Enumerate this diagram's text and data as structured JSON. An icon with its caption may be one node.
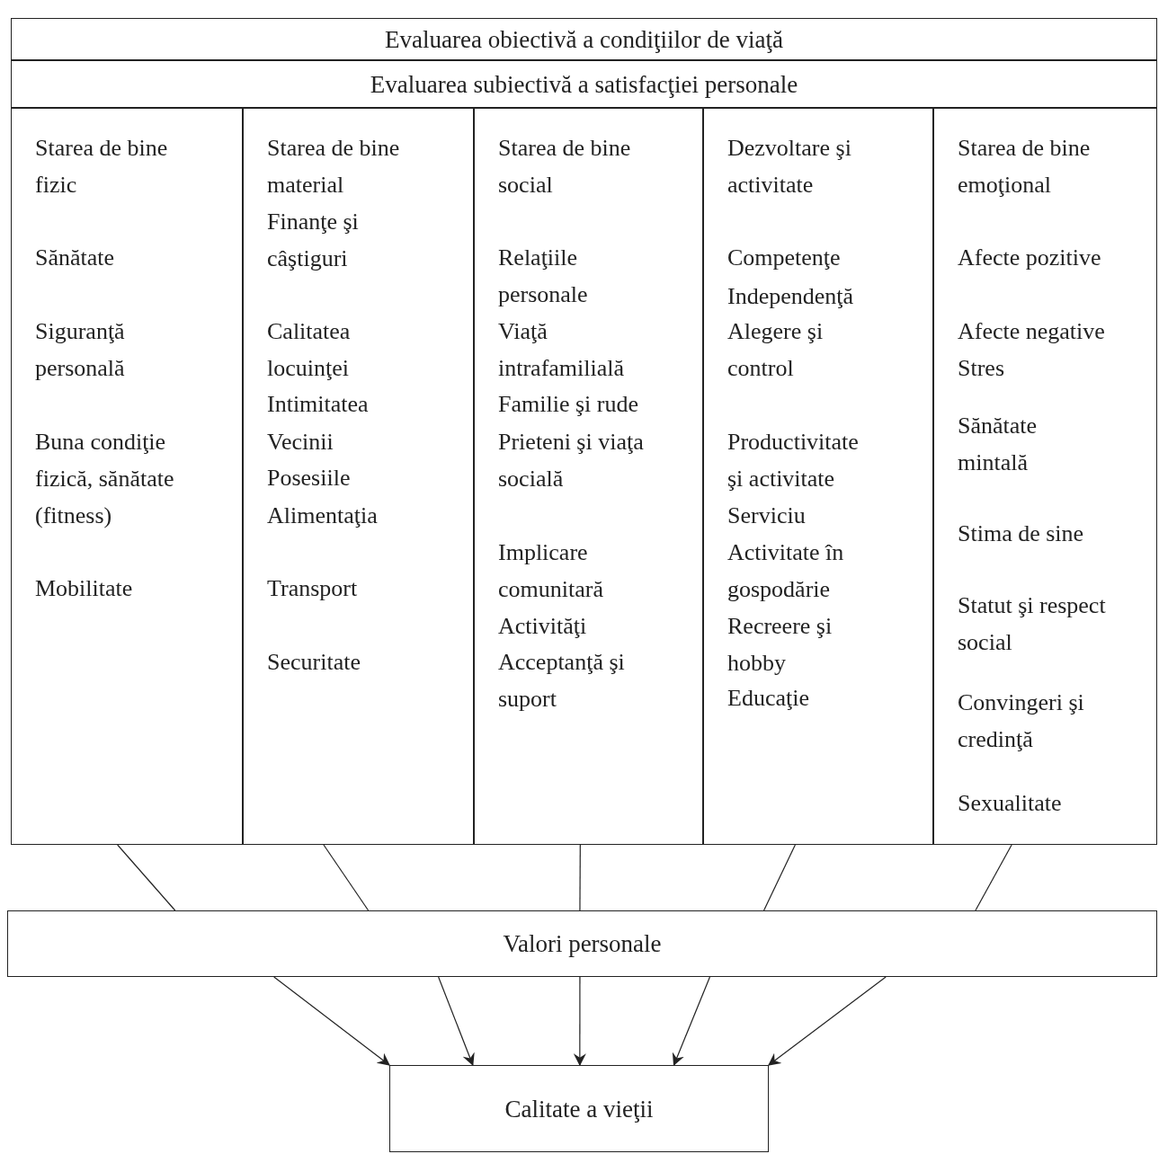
{
  "diagram": {
    "nodes": [
      {
        "text": [
          "Evaluarea obiectivă a condiţiilor de viaţă"
        ]
      },
      {
        "text": [
          "Evaluarea subiectivă a satisfacţiei personale"
        ]
      },
      {
        "text": [
          "Starea de bine fizic",
          "Sănătate",
          "Siguranţă personală",
          "Buna condiţie fizică, sănătate (fitness)",
          "Mobilitate"
        ]
      },
      {
        "text": [
          "Starea de bine material",
          "Finanţe şi câştiguri",
          "Calitatea locuinţei",
          "Intimitatea",
          "Vecinii",
          "Posesiile",
          "Alimentaţia",
          "Transport",
          "Securitate"
        ]
      },
      {
        "text": [
          "Starea de bine social",
          "Relaţiile personale",
          "Viaţă intrafamilială",
          "Familie şi rude",
          "Prieteni şi viaţa socială",
          "Implicare comunitară",
          "Activităţi",
          "Acceptanţă şi suport"
        ]
      },
      {
        "text": [
          "Dezvoltare şi activitate",
          "Competenţe",
          "Independenţă",
          "Alegere şi control",
          "Productivitate şi activitate",
          "Serviciu",
          "Activitate în gospodărie",
          "Recreere şi hobby",
          "Educaţie"
        ]
      },
      {
        "text": [
          "Starea de bine emoţional",
          "Afecte pozitive",
          "Afecte negative",
          "Stres",
          "Sănătate mintală",
          "Stima de sine",
          "Statut şi respect social",
          "Convingeri şi credinţă",
          "Sexualitate"
        ]
      },
      {
        "text": [
          "Valori personale"
        ]
      },
      {
        "text": [
          "Calitate a vieţii"
        ]
      }
    ],
    "edges": [
      {
        "from": 2,
        "to": 7,
        "arrow": "none"
      },
      {
        "from": 3,
        "to": 7,
        "arrow": "none"
      },
      {
        "from": 4,
        "to": 7,
        "arrow": "none"
      },
      {
        "from": 5,
        "to": 7,
        "arrow": "none"
      },
      {
        "from": 6,
        "to": 7,
        "arrow": "none"
      },
      {
        "from": 7,
        "to": 8,
        "arrow": "to"
      },
      {
        "from": 7,
        "to": 8,
        "arrow": "to"
      },
      {
        "from": 7,
        "to": 8,
        "arrow": "to"
      },
      {
        "from": 7,
        "to": 8,
        "arrow": "to"
      },
      {
        "from": 7,
        "to": 8,
        "arrow": "to"
      }
    ]
  }
}
